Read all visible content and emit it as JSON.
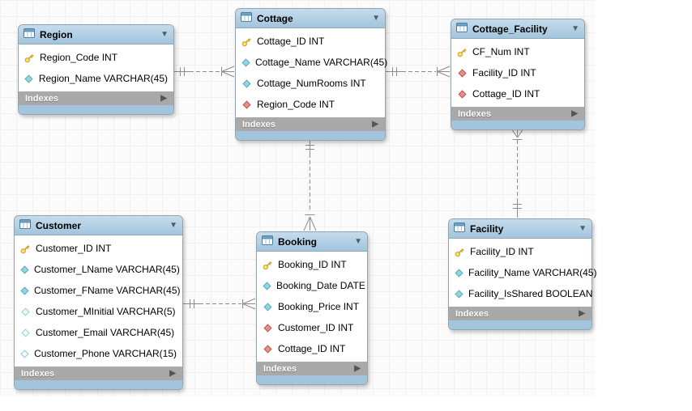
{
  "diagram": {
    "tool": "EER Diagram",
    "labels": {
      "indexes": "Indexes"
    },
    "colors": {
      "header_blue": "#a2c4dd",
      "indexes_gray": "#a9a9a9",
      "primary_key_yellow": "#ffd957",
      "attribute_cyan": "#8ed8e4",
      "foreign_key_red": "#e89086",
      "connector_gray": "#8c8c8c",
      "grid_line": "#f0f0f0"
    },
    "tables": [
      {
        "id": "region",
        "title": "Region",
        "columns": [
          {
            "icon": "primary-key-icon",
            "label": "Region_Code INT"
          },
          {
            "icon": "attribute-icon",
            "label": "Region_Name VARCHAR(45)"
          }
        ]
      },
      {
        "id": "cottage",
        "title": "Cottage",
        "columns": [
          {
            "icon": "primary-key-icon",
            "label": "Cottage_ID INT"
          },
          {
            "icon": "attribute-icon",
            "label": "Cottage_Name VARCHAR(45)"
          },
          {
            "icon": "attribute-icon",
            "label": "Cottage_NumRooms INT"
          },
          {
            "icon": "foreign-key-icon",
            "label": "Region_Code INT"
          }
        ]
      },
      {
        "id": "cottage_facility",
        "title": "Cottage_Facility",
        "columns": [
          {
            "icon": "primary-key-icon",
            "label": "CF_Num INT"
          },
          {
            "icon": "foreign-key-icon",
            "label": "Facility_ID INT"
          },
          {
            "icon": "foreign-key-icon",
            "label": "Cottage_ID INT"
          }
        ]
      },
      {
        "id": "customer",
        "title": "Customer",
        "columns": [
          {
            "icon": "primary-key-icon",
            "label": "Customer_ID INT"
          },
          {
            "icon": "attribute-icon",
            "label": "Customer_LName VARCHAR(45)"
          },
          {
            "icon": "attribute-icon",
            "label": "Customer_FName VARCHAR(45)"
          },
          {
            "icon": "nullable-attribute-icon",
            "label": "Customer_MInitial VARCHAR(5)"
          },
          {
            "icon": "nullable-attribute-icon",
            "label": "Customer_Email VARCHAR(45)"
          },
          {
            "icon": "nullable-attribute-icon",
            "label": "Customer_Phone VARCHAR(15)"
          }
        ]
      },
      {
        "id": "booking",
        "title": "Booking",
        "columns": [
          {
            "icon": "primary-key-icon",
            "label": "Booking_ID INT"
          },
          {
            "icon": "attribute-icon",
            "label": "Booking_Date DATE"
          },
          {
            "icon": "attribute-icon",
            "label": "Booking_Price INT"
          },
          {
            "icon": "foreign-key-icon",
            "label": "Customer_ID INT"
          },
          {
            "icon": "foreign-key-icon",
            "label": "Cottage_ID INT"
          }
        ]
      },
      {
        "id": "facility",
        "title": "Facility",
        "columns": [
          {
            "icon": "primary-key-icon",
            "label": "Facility_ID INT"
          },
          {
            "icon": "attribute-icon",
            "label": "Facility_Name VARCHAR(45)"
          },
          {
            "icon": "attribute-icon",
            "label": "Facility_IsShared BOOLEAN"
          }
        ]
      }
    ],
    "relationships": [
      {
        "id": "region-cottage",
        "one": "Region",
        "many": "Cottage",
        "cardinality": "1:n",
        "style": "dashed non-identifying"
      },
      {
        "id": "cottage-cottage_facility",
        "one": "Cottage",
        "many": "Cottage_Facility",
        "cardinality": "1:n",
        "style": "dashed non-identifying"
      },
      {
        "id": "facility-cottage_facility",
        "one": "Facility",
        "many": "Cottage_Facility",
        "cardinality": "1:n",
        "style": "dashed non-identifying"
      },
      {
        "id": "cottage-booking",
        "one": "Cottage",
        "many": "Booking",
        "cardinality": "1:n",
        "style": "dashed non-identifying"
      },
      {
        "id": "customer-booking",
        "one": "Customer",
        "many": "Booking",
        "cardinality": "1:n",
        "style": "dashed non-identifying"
      }
    ]
  }
}
